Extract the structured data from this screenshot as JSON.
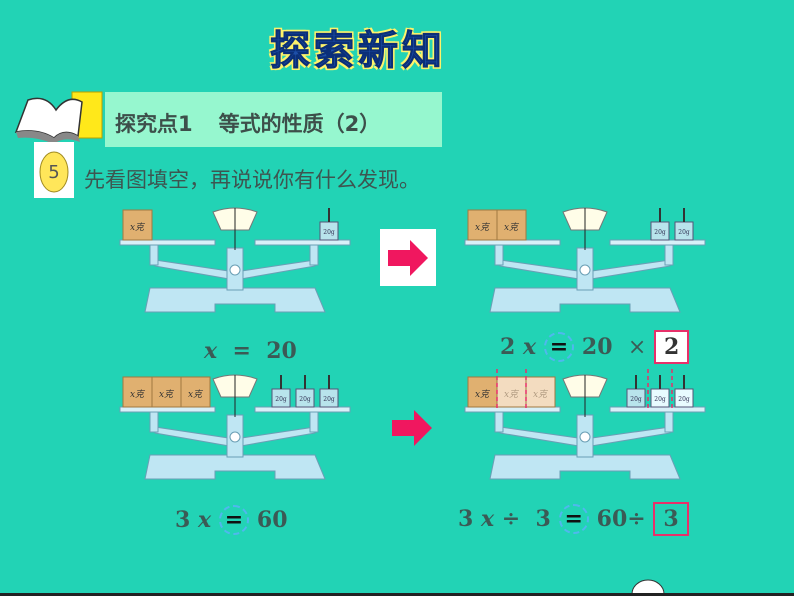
{
  "title": "探索新知",
  "banner": {
    "point": "探究点1",
    "topic": "等式的性质（2）"
  },
  "badge_number": "5",
  "prompt": "先看图填空，再说说你有什么发现。",
  "block_label": "x克",
  "weight_label": "20g",
  "equations": {
    "eq1": {
      "var": "x",
      "eq": "=",
      "rhs": "20"
    },
    "eq2": {
      "coef": "2",
      "var": "x",
      "eq": "=",
      "rhs": "20",
      "op": "×",
      "answer": "2"
    },
    "eq3": {
      "coef": "3",
      "var": "x",
      "eq": "=",
      "rhs": "60"
    },
    "eq4": {
      "coef": "3",
      "var": "x",
      "op1": "÷",
      "div": "3",
      "eq": "=",
      "rhs": "60",
      "op2": "÷",
      "answer": "3"
    }
  },
  "colors": {
    "background": "#22d3b5",
    "arrow": "#f0175f",
    "highlight": "#e8306a"
  }
}
